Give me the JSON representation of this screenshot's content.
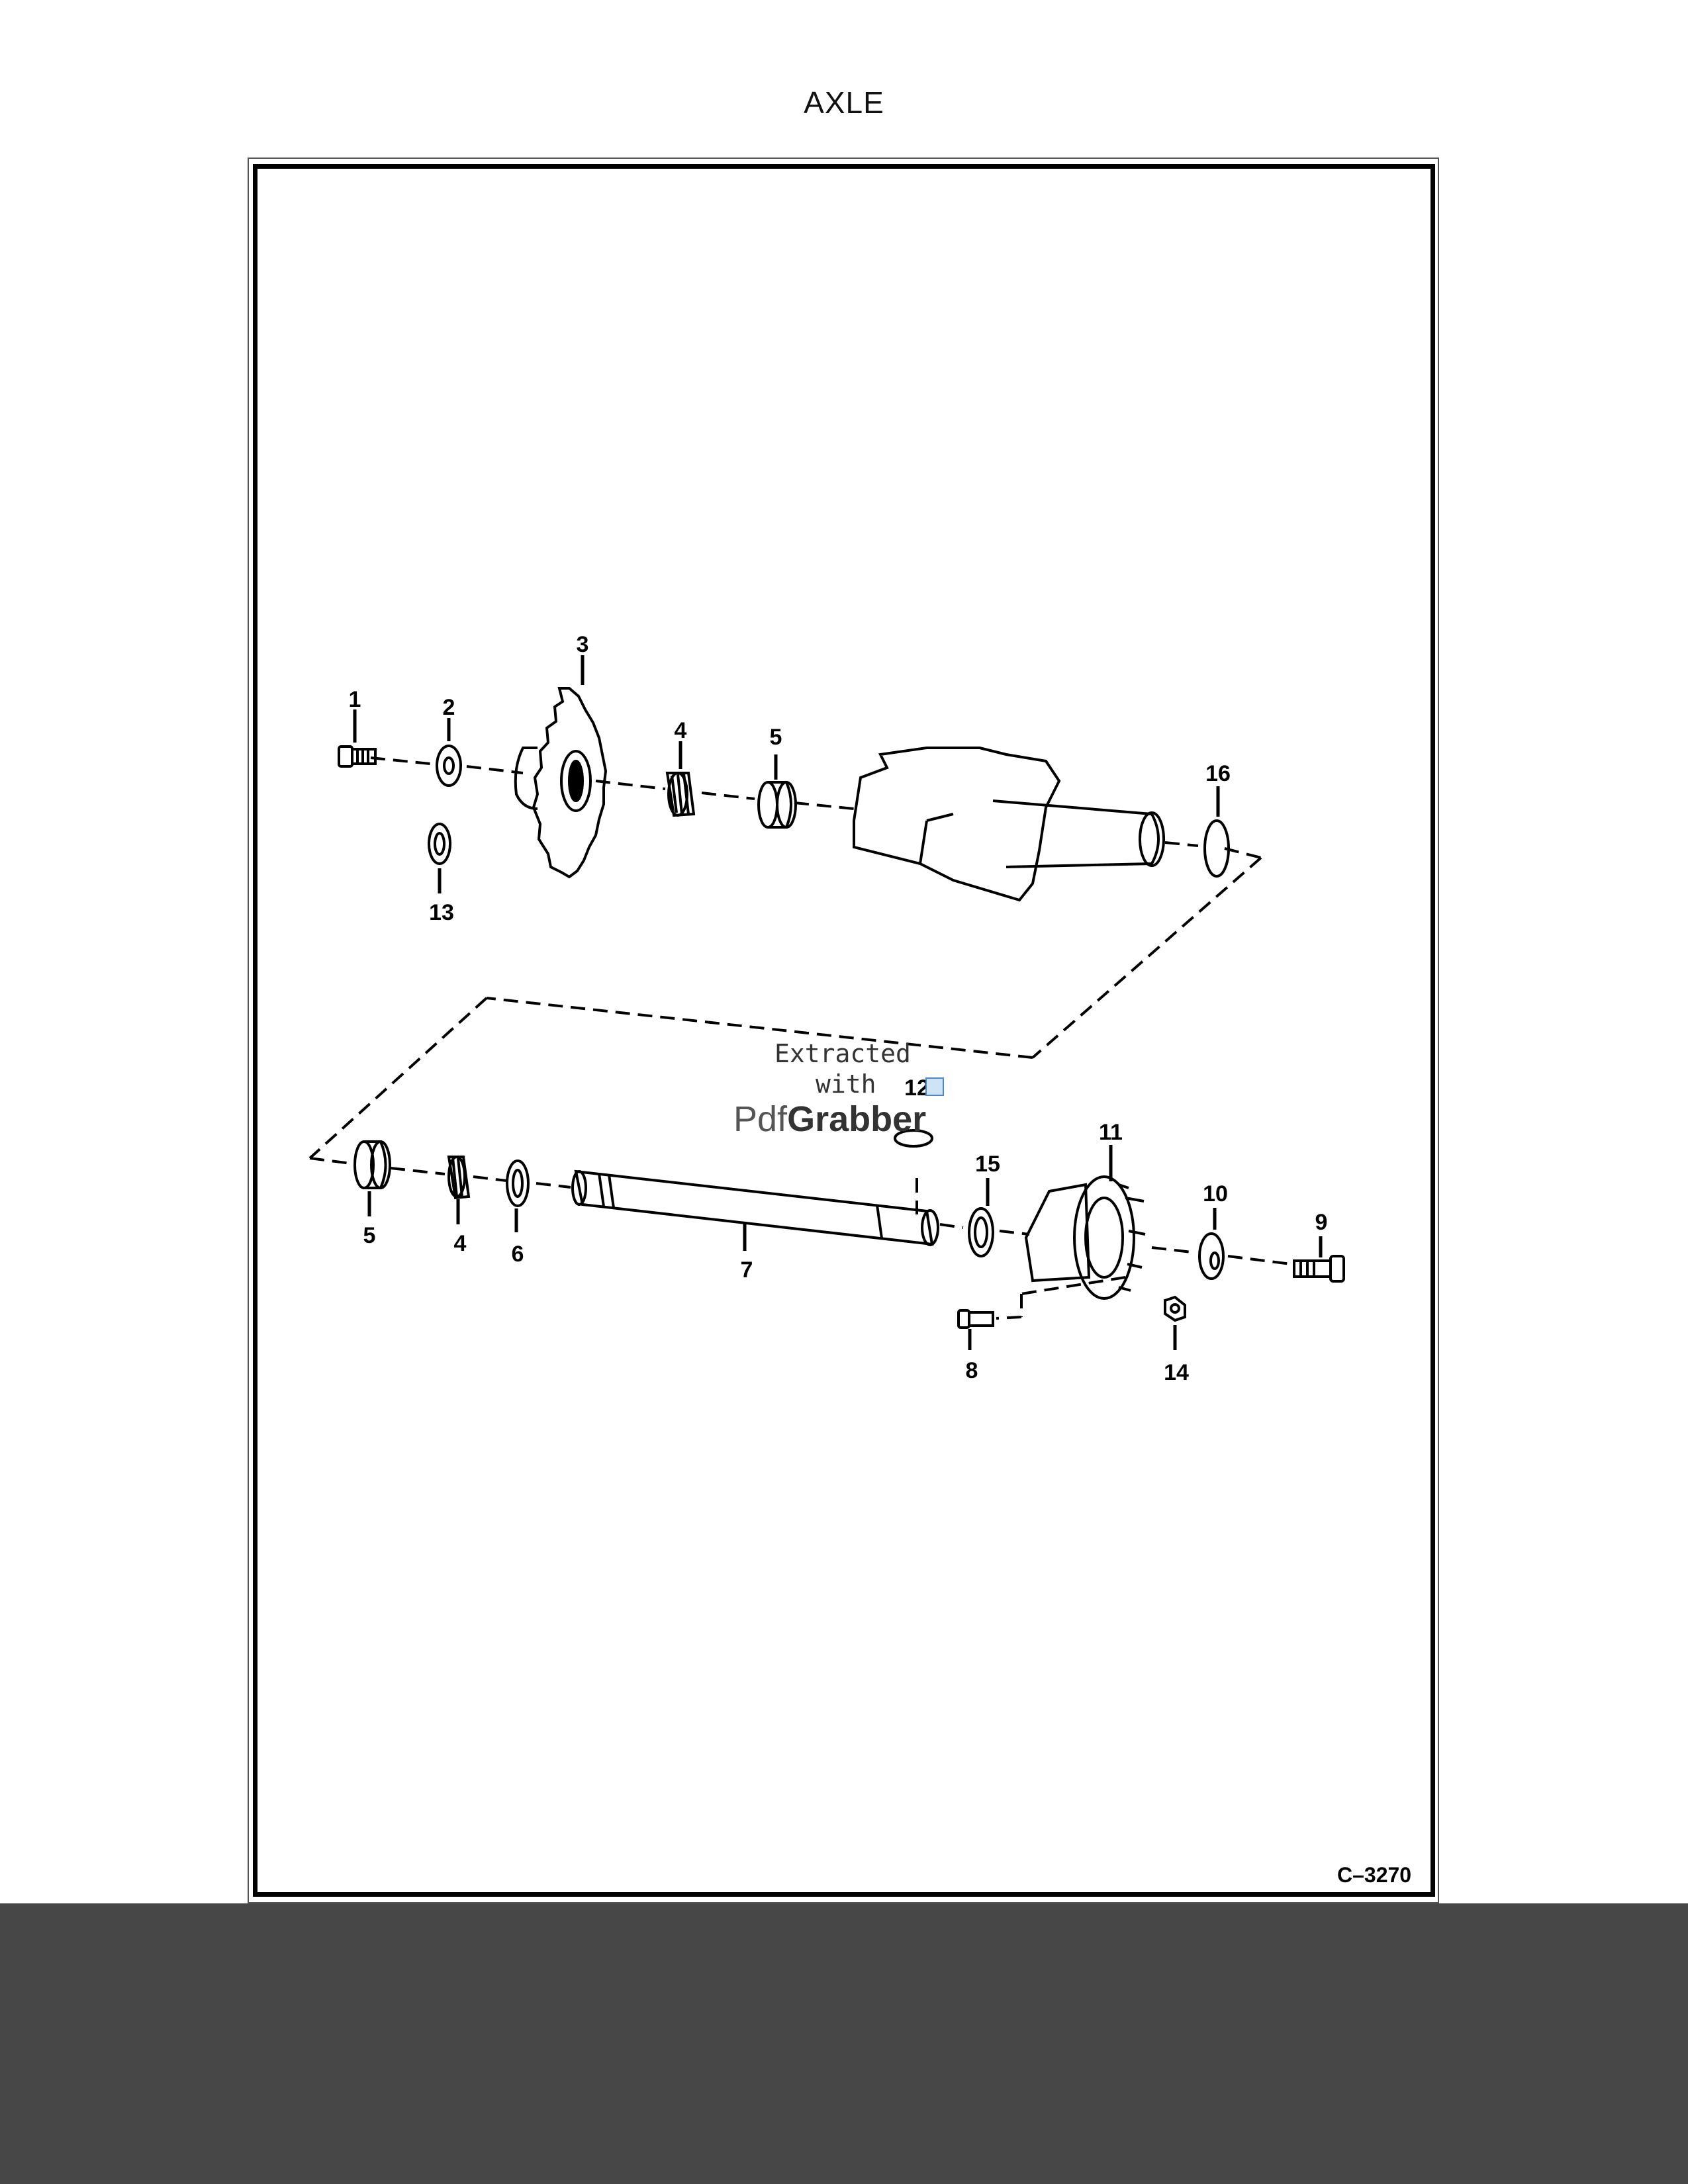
{
  "page": {
    "title": "AXLE",
    "figure_code": "C–3270"
  },
  "watermark": {
    "line1": "Extracted",
    "line2": "with",
    "logo_a": "Pdf",
    "logo_b": "Grabber"
  },
  "callouts": {
    "c1": "1",
    "c2": "2",
    "c3": "3",
    "c4a": "4",
    "c5a": "5",
    "c13": "13",
    "c16": "16",
    "c5b": "5",
    "c4b": "4",
    "c6": "6",
    "c7": "7",
    "c12": "12",
    "c15": "15",
    "c11": "11",
    "c10": "10",
    "c9": "9",
    "c8": "8",
    "c14": "14"
  }
}
